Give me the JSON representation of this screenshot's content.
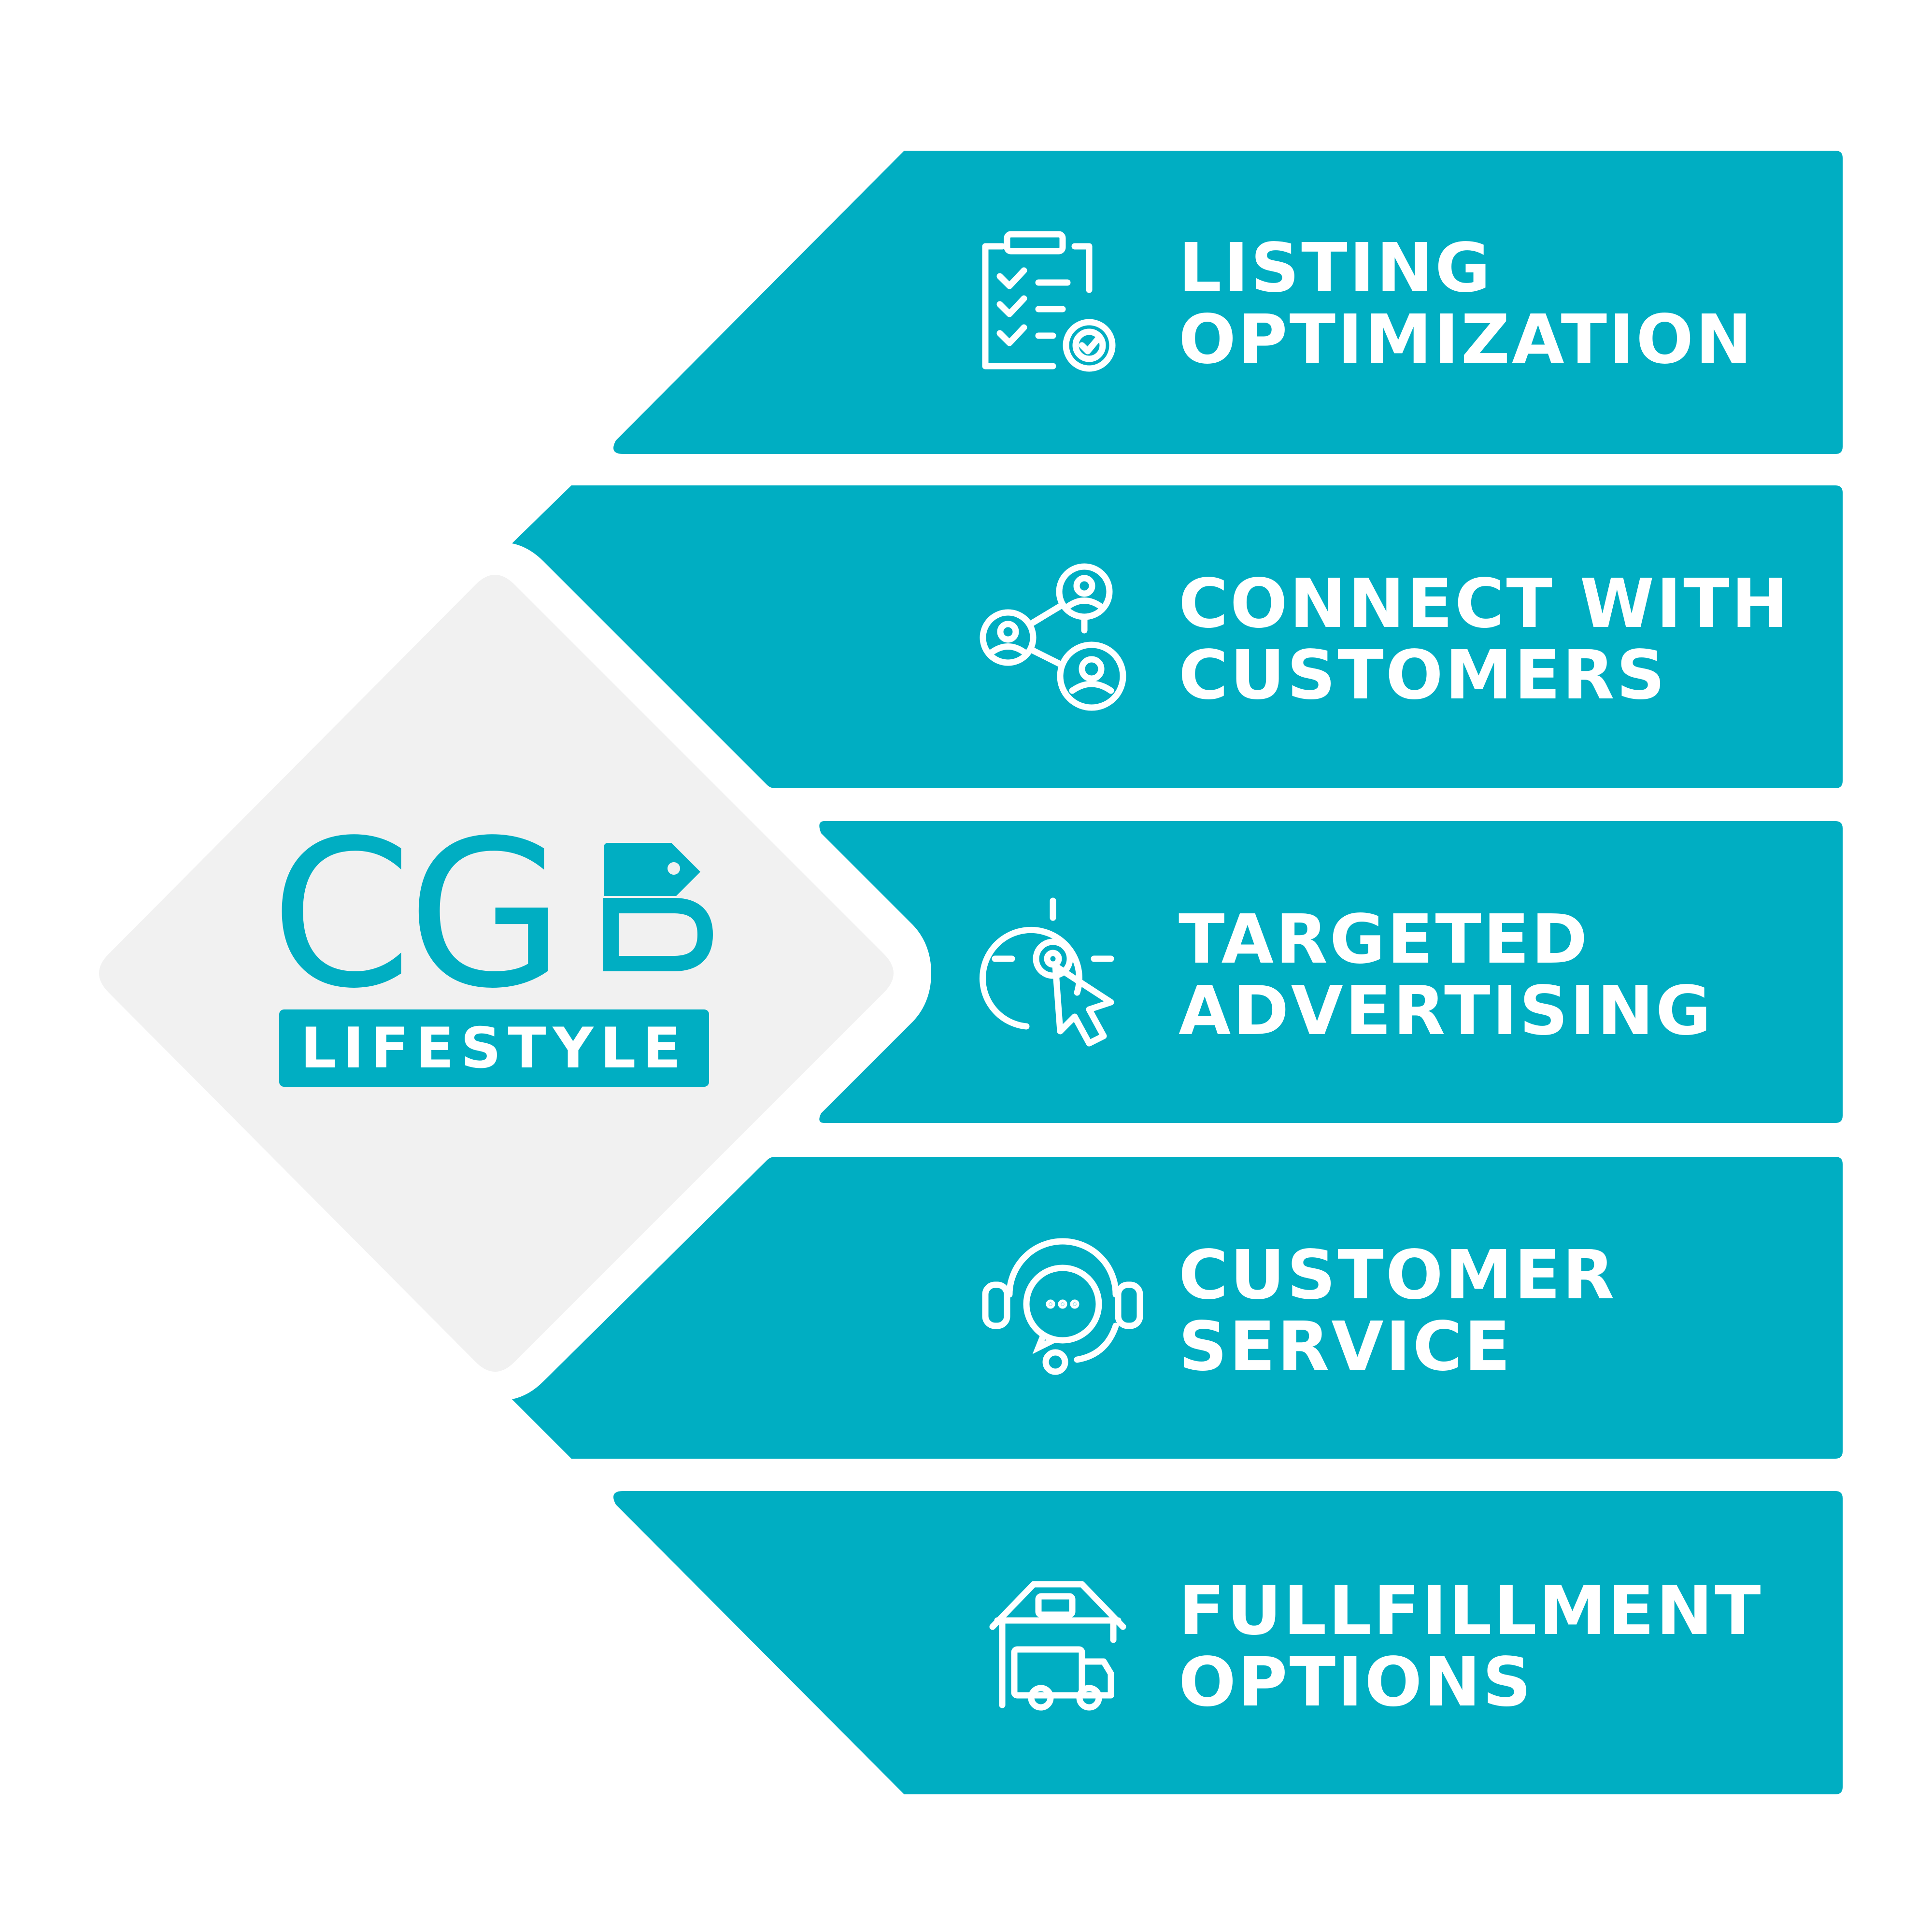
{
  "logo": {
    "letters": "CG",
    "wordmark": "LIFESTYLE",
    "brand_color": "#00aec2",
    "diamond_color": "#f1f1f1"
  },
  "panel_color": "#00aec2",
  "items": [
    {
      "line1": "LISTING",
      "line2": "OPTIMIZATION",
      "icon": "checklist-icon"
    },
    {
      "line1": "CONNECT WITH",
      "line2": "CUSTOMERS",
      "icon": "people-network-icon"
    },
    {
      "line1": "TARGETED",
      "line2": "ADVERTISING",
      "icon": "target-cursor-icon"
    },
    {
      "line1": "CUSTOMER",
      "line2": "SERVICE",
      "icon": "headset-chat-icon"
    },
    {
      "line1": "FULLFILLMENT",
      "line2": "OPTIONS",
      "icon": "warehouse-truck-icon"
    }
  ]
}
